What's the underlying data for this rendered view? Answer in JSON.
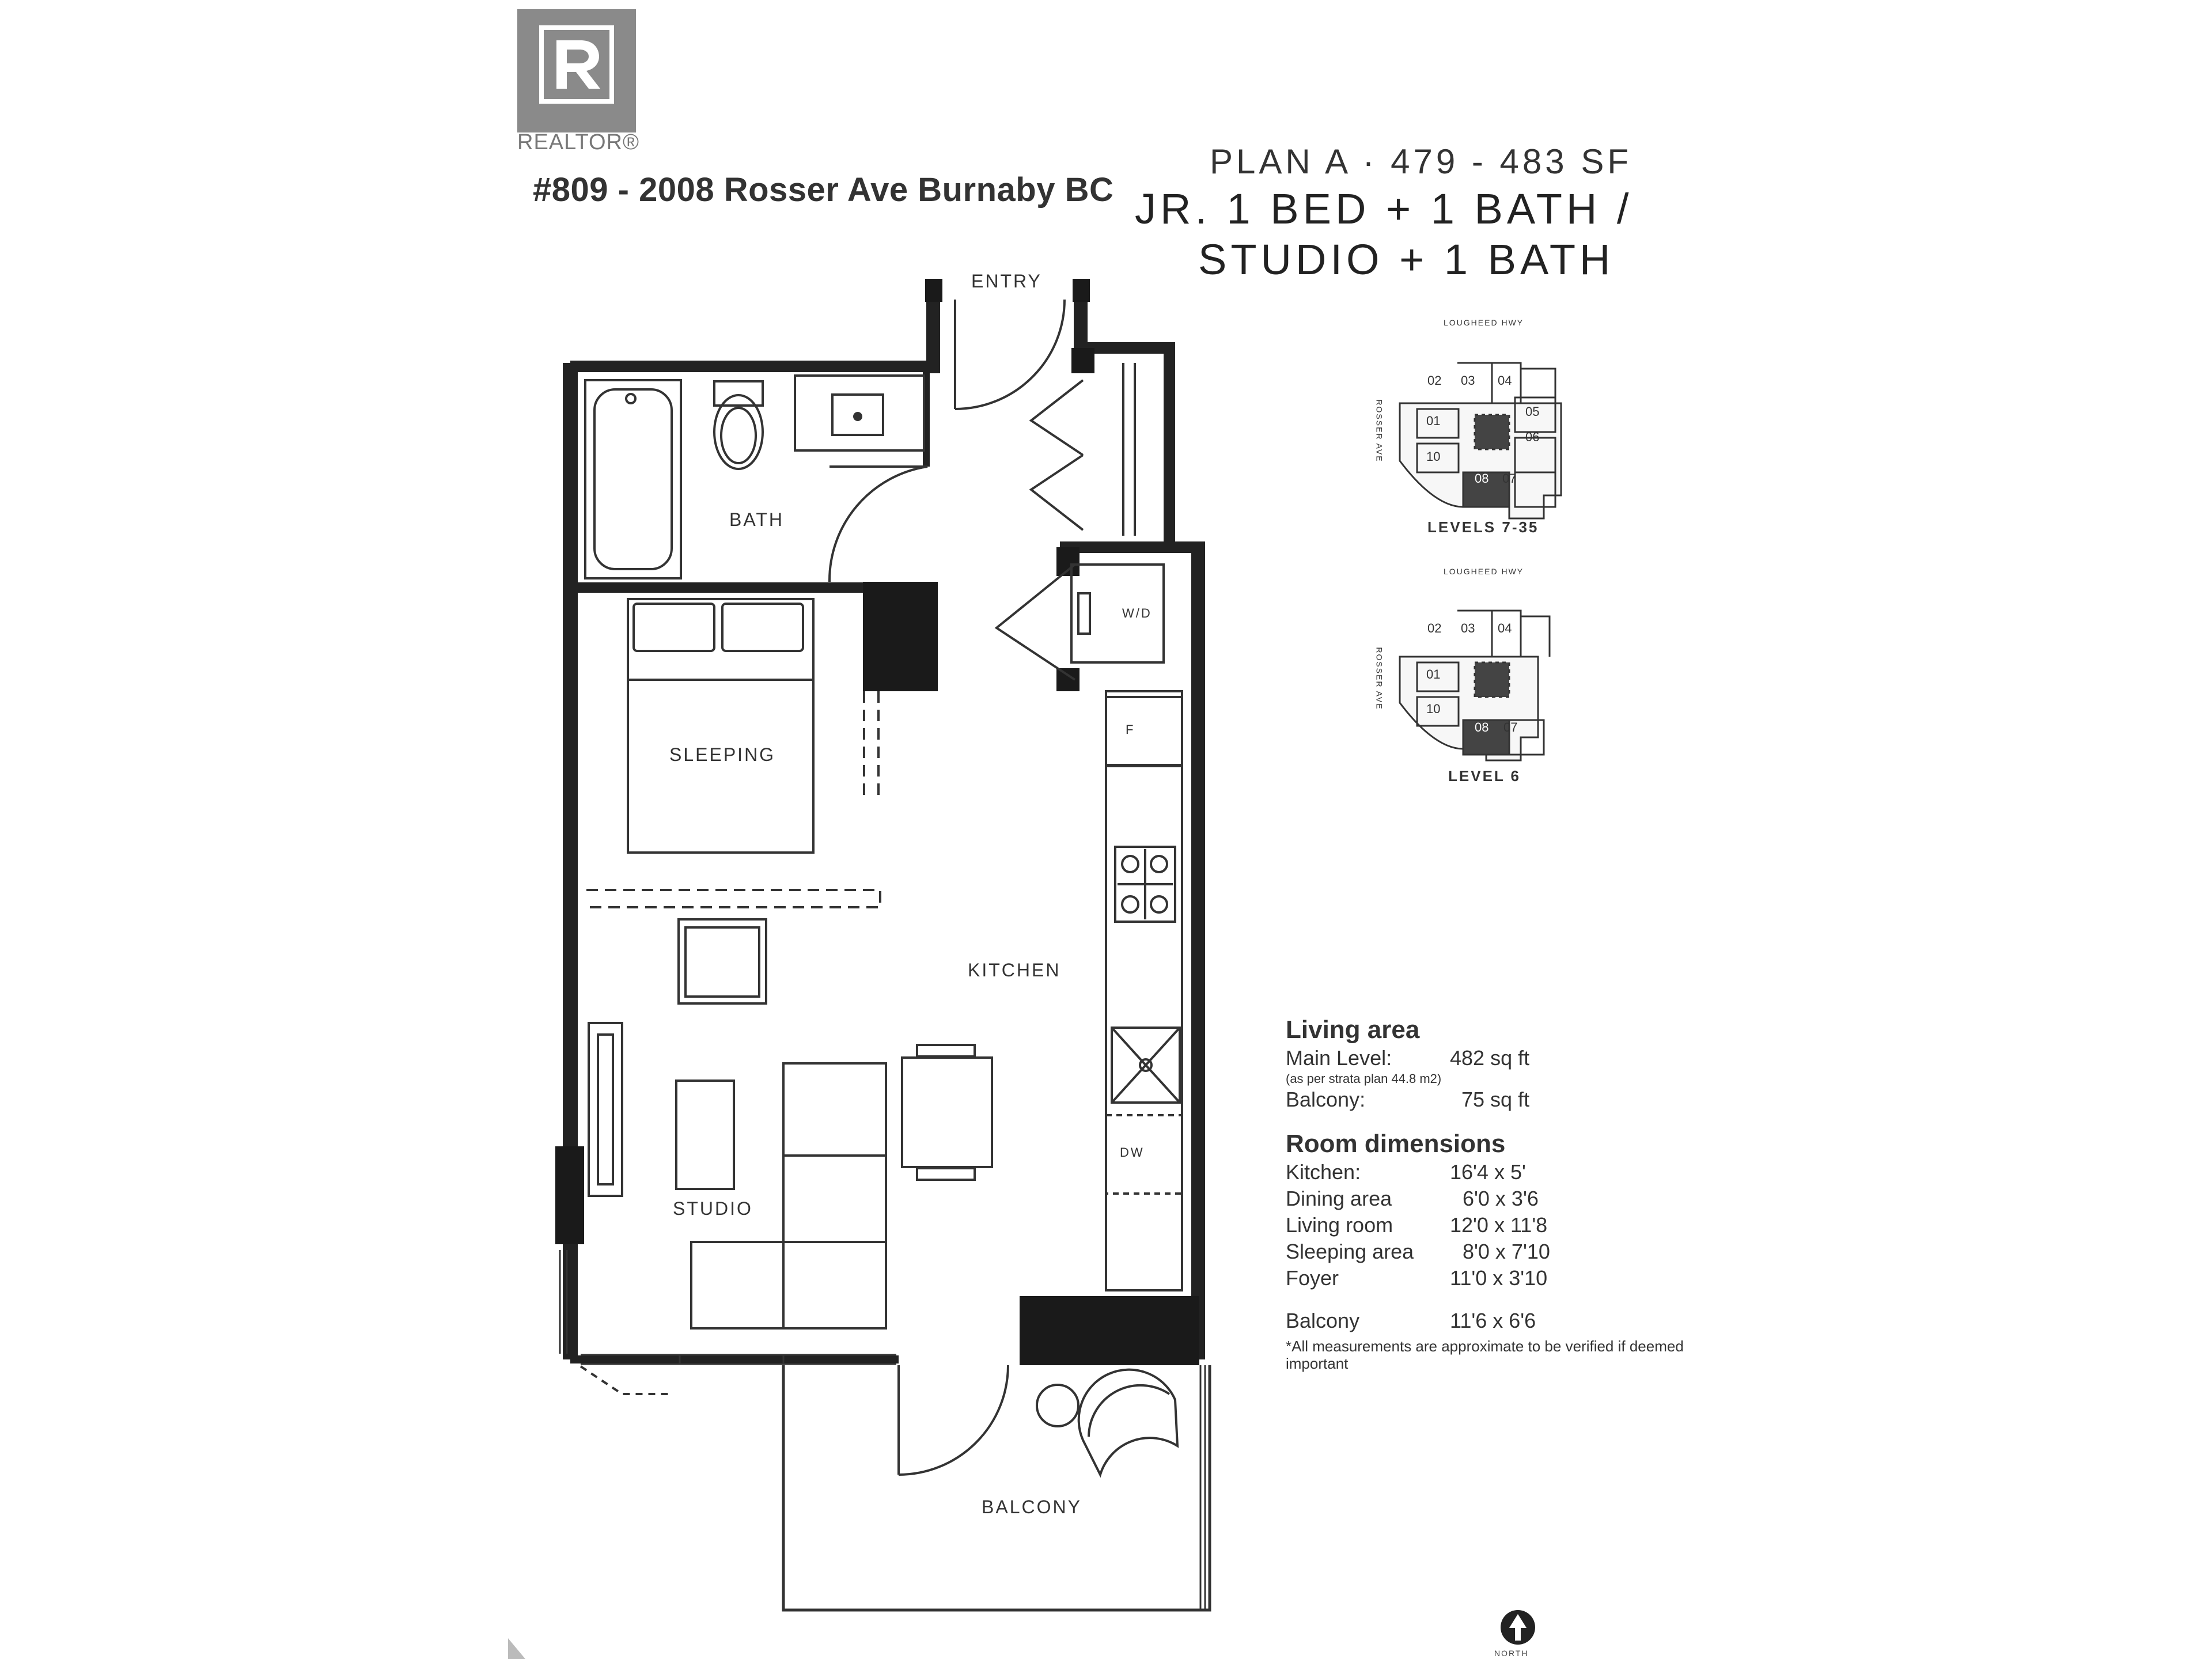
{
  "logo": {
    "icon": "realtor-r-logo",
    "text": "REALTOR®"
  },
  "address": "#809 - 2008 Rosser Ave Burnaby BC",
  "plan": {
    "name": "PLAN A · 479 - 483 SF",
    "type_line1": "JR. 1 BED + 1 BATH /",
    "type_line2": "STUDIO + 1 BATH"
  },
  "rooms": {
    "entry": "ENTRY",
    "bath": "BATH",
    "wd": "W/D",
    "sleeping": "SLEEPING",
    "kitchen": "KITCHEN",
    "fridge": "F",
    "dishwasher": "DW",
    "studio": "STUDIO",
    "balcony": "BALCONY"
  },
  "key_plans": [
    {
      "street_top": "LOUGHEED HWY",
      "street_side": "ROSSER AVE",
      "label": "LEVELS 7-35",
      "units": [
        "02",
        "03",
        "04",
        "05",
        "06",
        "01",
        "10",
        "08",
        "07"
      ]
    },
    {
      "street_top": "LOUGHEED HWY",
      "street_side": "ROSSER AVE",
      "label": "LEVEL 6",
      "units": [
        "02",
        "03",
        "04",
        "01",
        "10",
        "08",
        "07"
      ]
    }
  ],
  "living_area": {
    "title": "Living area",
    "main_level_label": "Main Level:",
    "main_level_value": "482 sq ft",
    "strata_note": "(as per strata plan 44.8 m2)",
    "balcony_label": "Balcony:",
    "balcony_value": "75 sq ft"
  },
  "room_dimensions": {
    "title": "Room dimensions",
    "rows": [
      {
        "label": "Kitchen:",
        "value": "16'4 x 5'"
      },
      {
        "label": "Dining area",
        "value": "6'0 x 3'6"
      },
      {
        "label": "Living room",
        "value": "12'0 x 11'8"
      },
      {
        "label": "Sleeping area",
        "value": "8'0 x 7'10"
      },
      {
        "label": "Foyer",
        "value": "11'0 x 3'10"
      }
    ],
    "balcony": {
      "label": "Balcony",
      "value": "11'6 x 6'6"
    }
  },
  "disclaimer": "*All measurements are approximate to be verified if deemed important",
  "north_arrow": {
    "icon": "north-arrow-icon",
    "label": "NORTH"
  }
}
